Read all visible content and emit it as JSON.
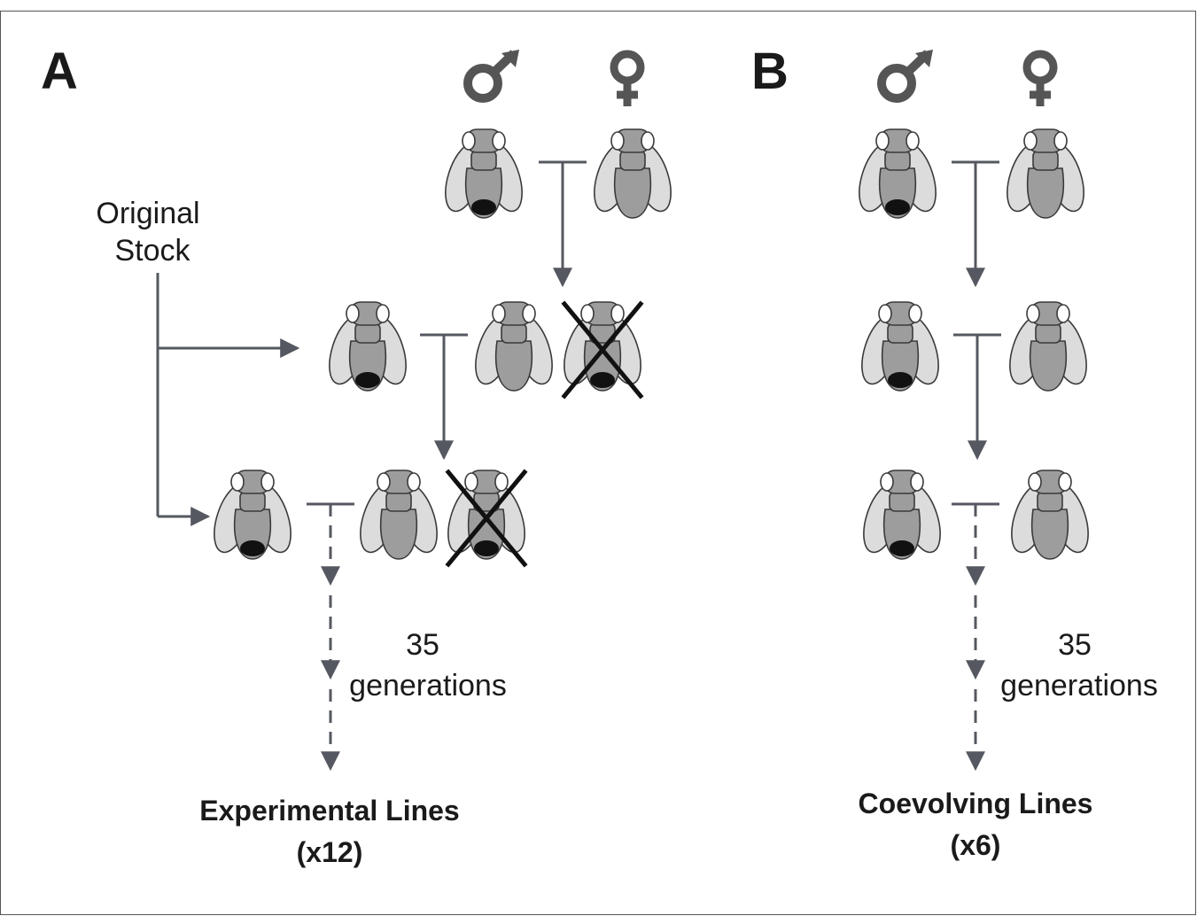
{
  "panels": {
    "a": {
      "letter": "A",
      "source_label": [
        "Original",
        "Stock"
      ],
      "generations_label": [
        "35",
        "generations"
      ],
      "result_label": [
        "Experimental Lines",
        "(x12)"
      ]
    },
    "b": {
      "letter": "B",
      "generations_label": [
        "35",
        "generations"
      ],
      "result_label": [
        "Coevolving Lines",
        "(x6)"
      ]
    }
  },
  "symbols": {
    "male": "male-symbol-icon",
    "female": "female-symbol-icon",
    "removed": "x-cross-icon"
  },
  "colors": {
    "body": "#9d9d9d",
    "wing": "#dcdcdc",
    "outline": "#3a3a3a",
    "arrow": "#555860",
    "male_mark": "#111111",
    "cross": "#111111"
  }
}
